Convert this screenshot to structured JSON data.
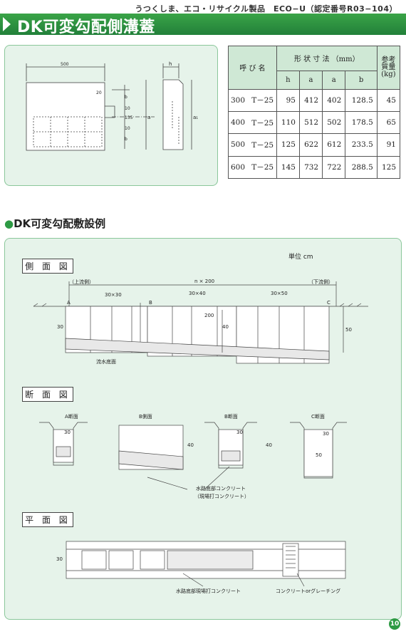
{
  "header": {
    "caption": "うつくしま、エコ・リサイクル製品　ECO−U（認定番号R03−104）",
    "title": "DK可変勾配側溝蓋"
  },
  "drawing": {
    "dim_500": "500",
    "dim_20": "20",
    "dim_b": "b",
    "dim_10": "10",
    "dim_135": "135",
    "dim_a": "a",
    "dim_h": "h",
    "dim_a1": "a₁"
  },
  "spec_table": {
    "header_name": "呼 び 名",
    "header_dims": "形 状 寸 法 （mm）",
    "header_weight": "参考\n質量\n(kg)",
    "sub_h": "h",
    "sub_a": "a",
    "sub_a1": "a",
    "sub_b": "b",
    "rows": [
      {
        "size": "300",
        "model": "T－25",
        "h": "95",
        "a": "412",
        "a1": "402",
        "b": "128.5",
        "kg": "45"
      },
      {
        "size": "400",
        "model": "T－25",
        "h": "110",
        "a": "512",
        "a1": "502",
        "b": "178.5",
        "kg": "65"
      },
      {
        "size": "500",
        "model": "T－25",
        "h": "125",
        "a": "622",
        "a1": "612",
        "b": "233.5",
        "kg": "91"
      },
      {
        "size": "600",
        "model": "T－25",
        "h": "145",
        "a": "732",
        "a1": "722",
        "b": "288.5",
        "kg": "125"
      }
    ]
  },
  "layout": {
    "section_heading": "DK可変勾配敷設例",
    "unit": "単位 cm",
    "side_view": "側 面 図",
    "cross_view": "断 面 図",
    "plan_view": "平 面 図",
    "upstream": "（上流側）",
    "downstream": "（下流側）",
    "span": "n × 200",
    "sec_30x30": "30×30",
    "sec_30x40": "30×40",
    "sec_30x50": "30×50",
    "pt_a": "A",
    "pt_b": "B",
    "pt_c": "C",
    "dim_200": "200",
    "dim_30": "30",
    "dim_40": "40",
    "dim_50": "50",
    "flow_bottom": "流水底面",
    "sec_a": "A断面",
    "sec_b_side": "B側面",
    "sec_b": "B断面",
    "sec_c": "C断面",
    "channel_concrete": "水路底部コンクリート",
    "cast_in_place": "（現場打コンクリート）",
    "plan_cast": "水路底部現場打コンクリート",
    "plan_grating": "コンクリートorグレーチング"
  },
  "page": {
    "number": "10"
  }
}
